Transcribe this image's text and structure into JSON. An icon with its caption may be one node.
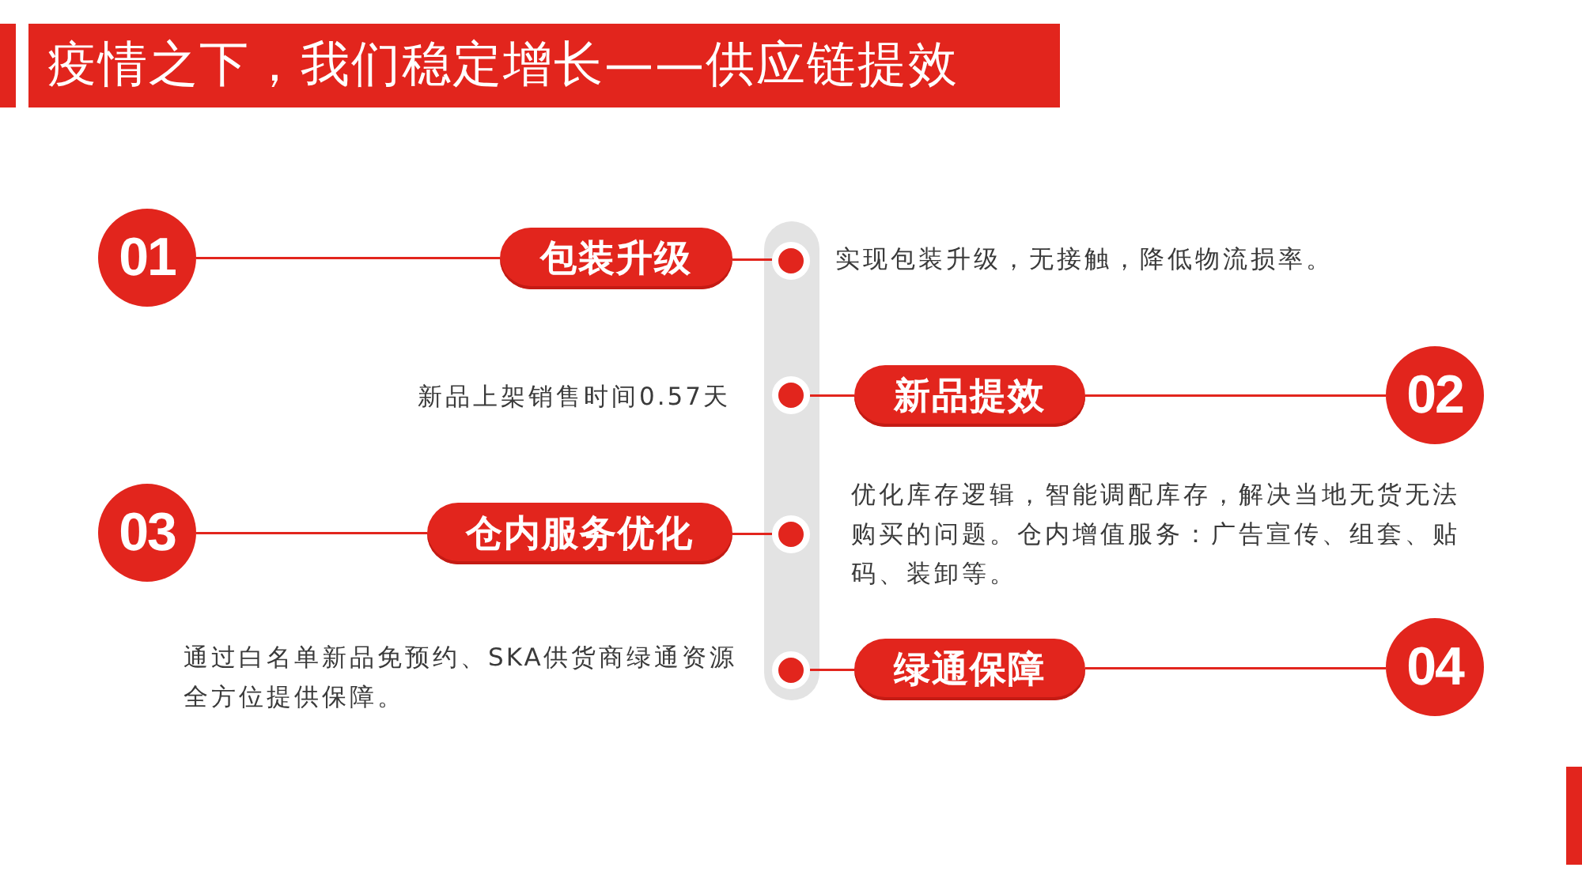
{
  "diagram": {
    "title": "疫情之下，我们稳定增长——供应链提效",
    "nodes": [
      {
        "text": [
          "01"
        ]
      },
      {
        "text": [
          "包装升级"
        ]
      },
      {
        "text": [],
        "shape": "circle",
        "beside": [
          "实现包装升级，无接触，降低物流损率。"
        ]
      },
      {
        "text": [],
        "shape": "circle",
        "beside": [
          "新品上架销售时间0.57天"
        ]
      },
      {
        "text": [
          "新品提效"
        ]
      },
      {
        "text": [
          "02"
        ]
      },
      {
        "text": [
          "03"
        ]
      },
      {
        "text": [
          "仓内服务优化"
        ]
      },
      {
        "text": [],
        "shape": "circle",
        "beside": [
          "优化库存逻辑，智能调配库存，解决当地无货无法购买的问题。仓内增值服务：广告宣传、组套、贴码、装卸等。"
        ]
      },
      {
        "text": [],
        "shape": "circle",
        "beside": [
          "通过白名单新品免预约、SKA供货商绿通资源全方位提供保障。"
        ]
      },
      {
        "text": [
          "绿通保障"
        ]
      },
      {
        "text": [
          "04"
        ]
      }
    ],
    "edges": [
      {
        "from": 0,
        "to": 1,
        "arrow": "none"
      },
      {
        "from": 1,
        "to": 2,
        "arrow": "none"
      },
      {
        "from": 3,
        "to": 4,
        "arrow": "none"
      },
      {
        "from": 4,
        "to": 5,
        "arrow": "none"
      },
      {
        "from": 6,
        "to": 7,
        "arrow": "none"
      },
      {
        "from": 7,
        "to": 8,
        "arrow": "none"
      },
      {
        "from": 9,
        "to": 10,
        "arrow": "none"
      },
      {
        "from": 10,
        "to": 11,
        "arrow": "none"
      }
    ]
  }
}
